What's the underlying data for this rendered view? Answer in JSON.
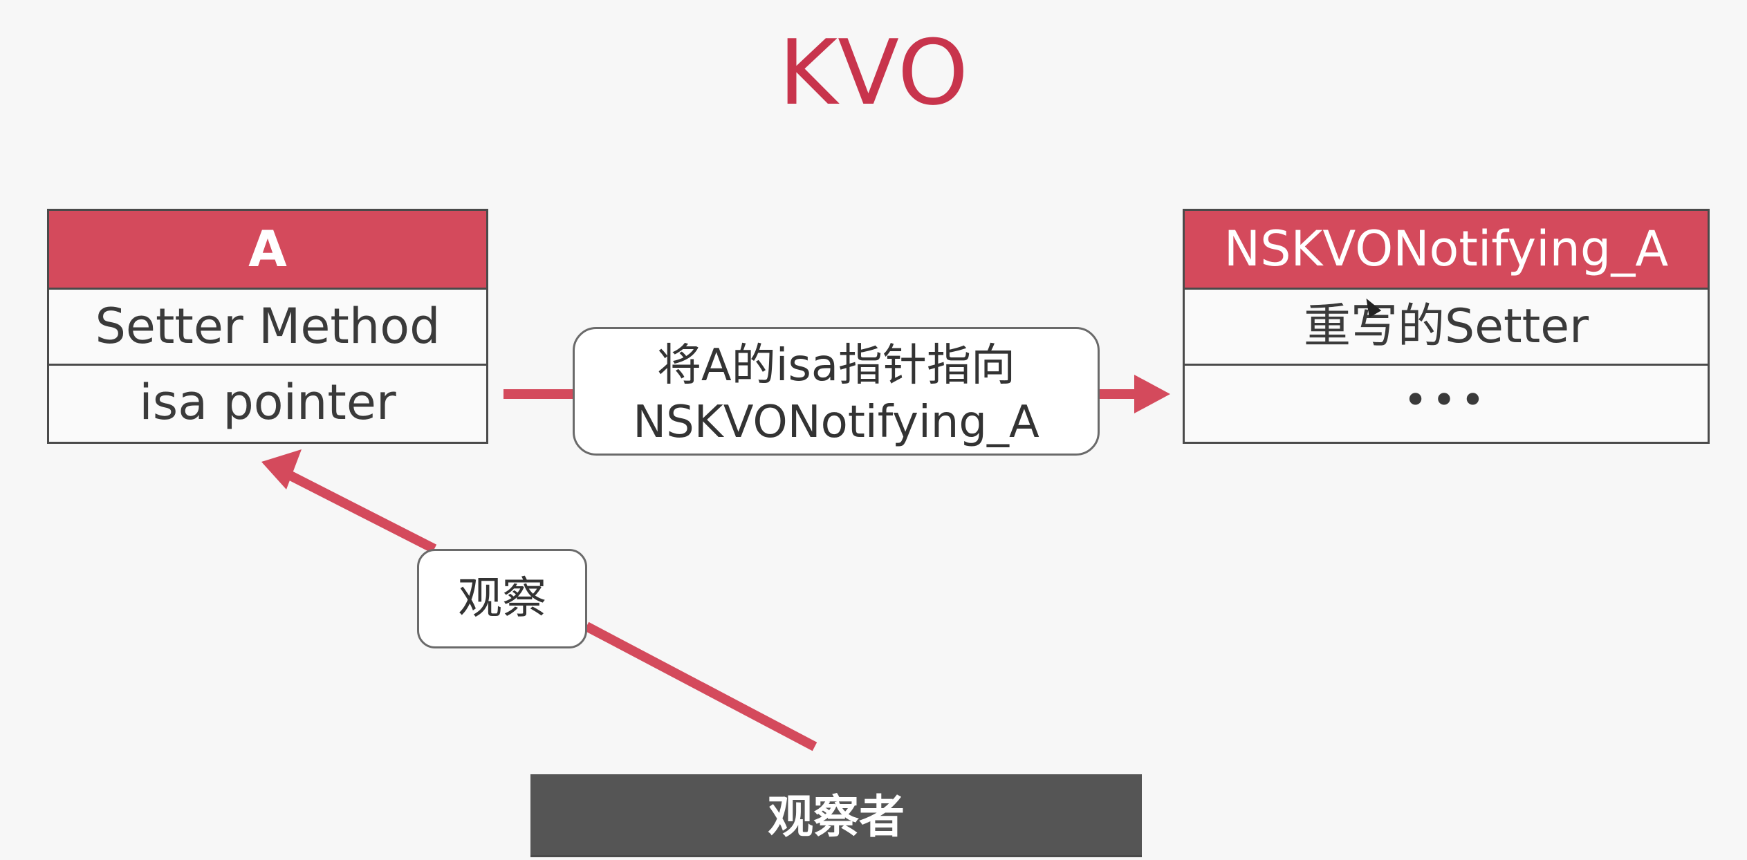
{
  "title": "KVO",
  "class_a": {
    "name": "A",
    "rows": [
      "Setter Method",
      "isa pointer"
    ]
  },
  "class_notifying": {
    "name": "NSKVONotifying_A",
    "rows": [
      "重写的Setter",
      "•••"
    ]
  },
  "isa_label": {
    "line1": "将A的isa指针指向",
    "line2": "NSKVONotifying_A"
  },
  "observe_label": "观察",
  "observer": "观察者",
  "colors": {
    "accent": "#d44a5c",
    "title": "#c8344c",
    "observer_fill": "#555555",
    "arrow": "#d44a5c"
  },
  "icons": [
    "arrow-right-icon",
    "arrow-up-left-icon",
    "cursor-icon"
  ]
}
